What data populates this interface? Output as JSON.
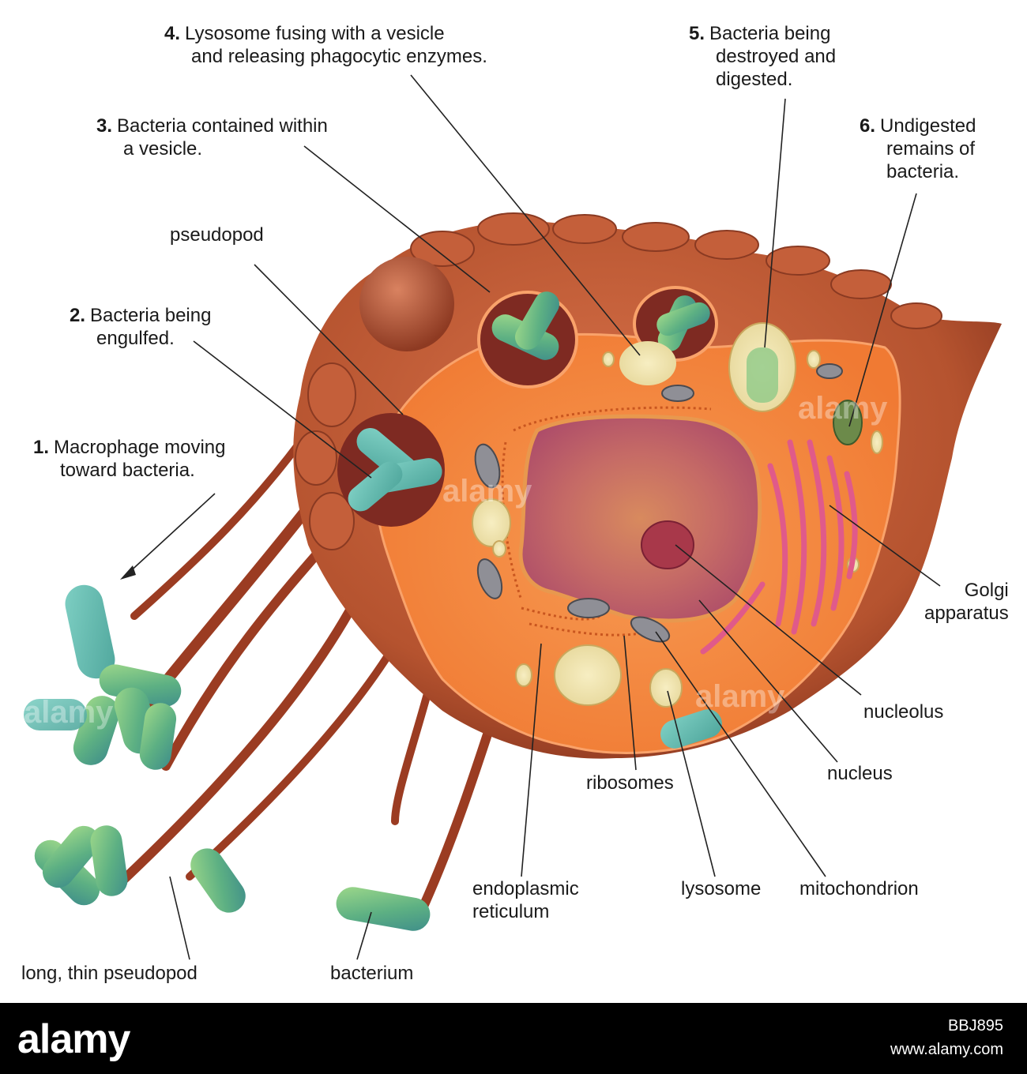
{
  "labels": {
    "step1": {
      "num": "1.",
      "line1": "Macrophage moving",
      "line2": "toward bacteria."
    },
    "step2": {
      "num": "2.",
      "line1": "Bacteria being",
      "line2": "engulfed."
    },
    "step3": {
      "num": "3.",
      "line1": "Bacteria contained within",
      "line2": "a vesicle."
    },
    "step4": {
      "num": "4.",
      "line1": "Lysosome fusing with a vesicle",
      "line2": "and releasing phagocytic enzymes."
    },
    "step5": {
      "num": "5.",
      "line1": "Bacteria being",
      "line2": "destroyed and",
      "line3": "digested."
    },
    "step6": {
      "num": "6.",
      "line1": "Undigested",
      "line2": "remains of",
      "line3": "bacteria."
    },
    "pseudopod": "pseudopod",
    "golgi": {
      "line1": "Golgi",
      "line2": "apparatus"
    },
    "nucleolus": "nucleolus",
    "nucleus": "nucleus",
    "ribosomes": "ribosomes",
    "er": {
      "line1": "endoplasmic",
      "line2": "reticulum"
    },
    "lysosome": "lysosome",
    "mitochondrion": "mitochondrion",
    "long_pseudopod": "long, thin pseudopod",
    "bacterium": "bacterium"
  },
  "watermark": "alamy",
  "footer": {
    "brand": "alamy",
    "image_id": "BBJ895",
    "site": "www.alamy.com"
  },
  "colors": {
    "cytoplasm": "#f6873e",
    "membrane": "#b5532f",
    "nucleus": "#c96a5a",
    "bacteria": "#6fbf7e",
    "golgi": "#e05a8a",
    "leader": "#222222"
  }
}
